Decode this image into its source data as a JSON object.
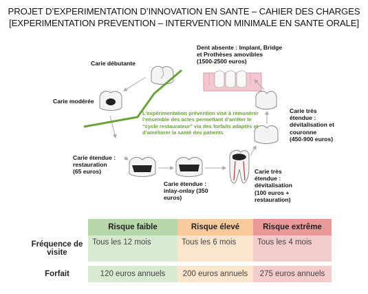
{
  "header": {
    "line1": "PROJET D’EXPERIMENTATION D’INNOVATION EN SANTE – CAHIER DES CHARGES",
    "line2": "[EXPERIMENTATION PREVENTION – INTERVENTION MINIMALE EN SANTE ORALE]"
  },
  "diagram": {
    "stage_debutante": "Carie débutante",
    "stage_moderee": "Carie modérée",
    "stage_etendue_resto": [
      "Carie étendue :",
      "restauration",
      "(65 euros)"
    ],
    "stage_etendue_inlay": [
      "Carie étendue :",
      "inlay-onlay (350",
      "euros)"
    ],
    "stage_tres_etendue_devit": [
      "Carie très",
      "étendue :",
      "dévitalisation",
      "(100 euros +",
      "restauration)"
    ],
    "stage_tres_etendue_couronne": [
      "Carie très",
      "étendue :",
      "dévitalisation et",
      "couronne",
      "(450-900 euros)"
    ],
    "stage_dent_absente": [
      "Dent absente : Implant, Bridge",
      "et Prothèses amovibles",
      "(1500-2500 euros)"
    ],
    "prevention_note": "L’expérimentation prévention vise à rémunérer l’ensemble des actes permettant d’arrêter le “cycle restaurateur” via des forfaits adaptés et d’améliorer la santé des patients",
    "accent_color": "#6aa23a"
  },
  "table": {
    "headers": [
      "Risque faible",
      "Risque élevé",
      "Risque extrême"
    ],
    "rows": [
      {
        "label": [
          "Fréquence de",
          "visite"
        ],
        "values": [
          "Tous les 12 mois",
          "Tous les 6 mois",
          "Tous les 4 mois"
        ]
      },
      {
        "label": [
          "Forfait"
        ],
        "values": [
          "120 euros annuels",
          "200 euros annuels",
          "275 euros annuels"
        ]
      }
    ],
    "colors": {
      "low": "#b6d7a8",
      "high": "#f9cb9c",
      "extreme": "#ea9999"
    }
  }
}
